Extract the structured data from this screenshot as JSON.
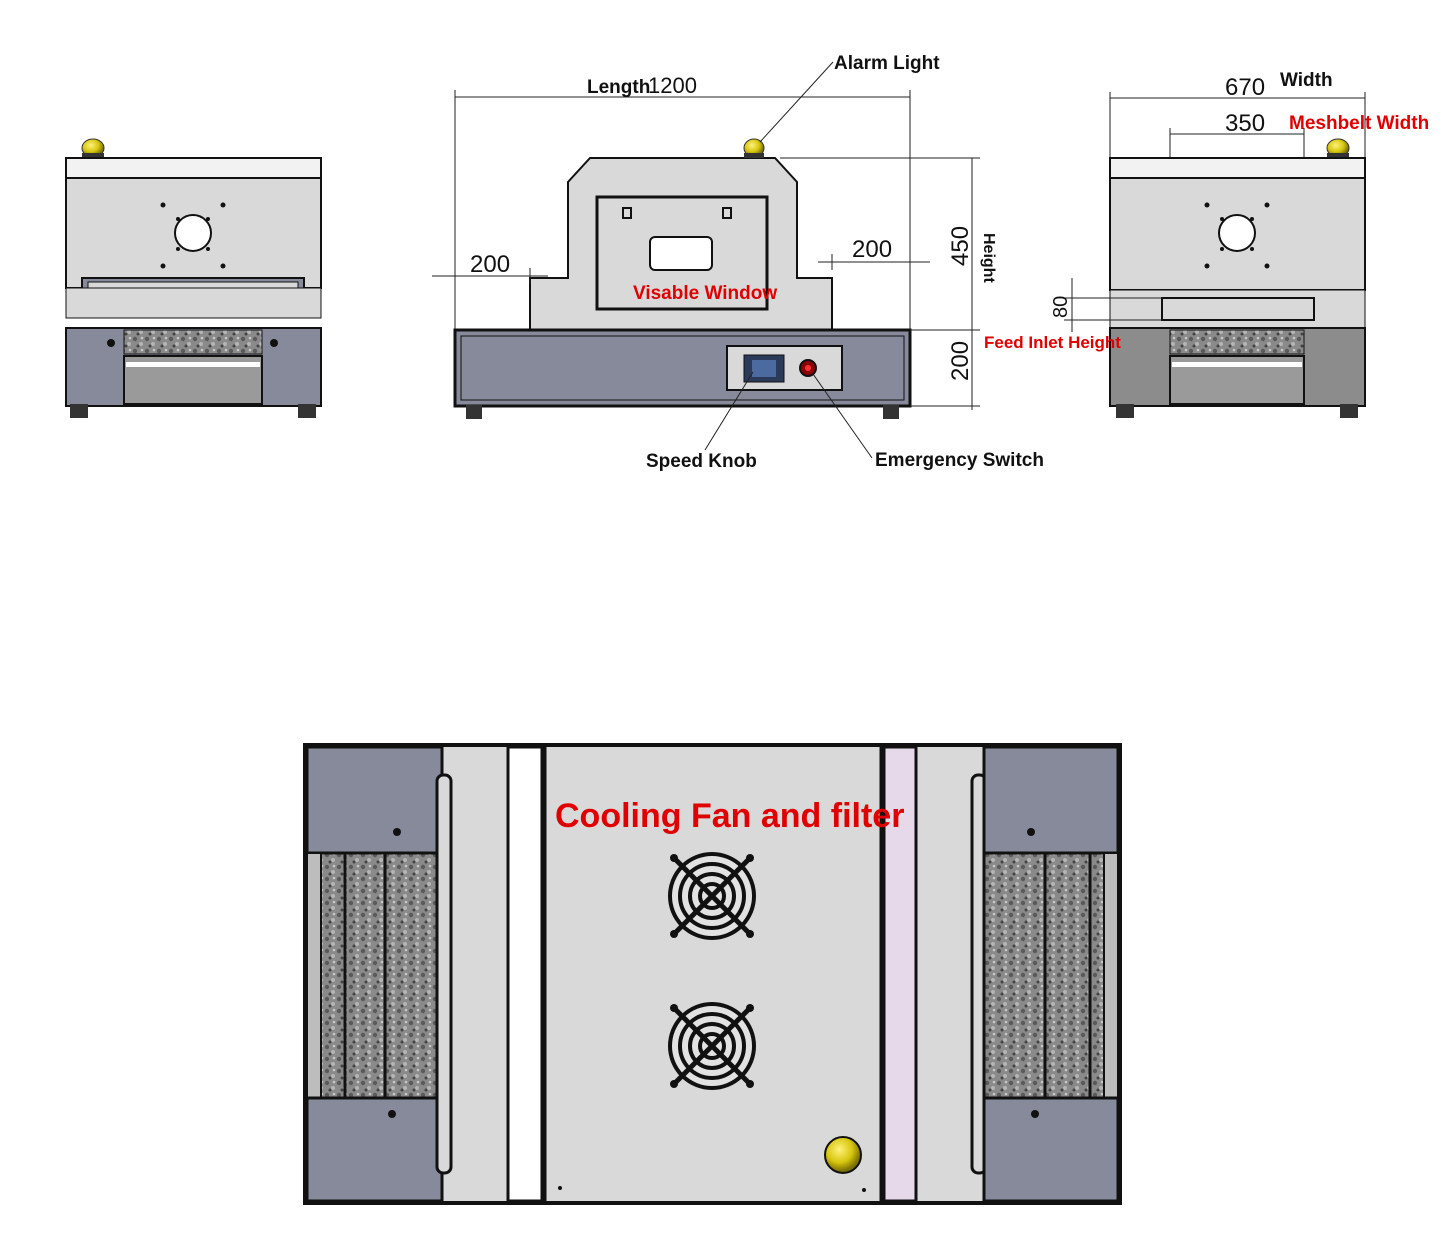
{
  "labels": {
    "alarm_light": "Alarm Light",
    "length": "Length",
    "length_value": "1200",
    "dim_200_left": "200",
    "dim_200_right": "200",
    "dim_450": "450",
    "height": "Height",
    "dim_200_vertical": "200",
    "visable_window": "Visable Window",
    "speed_knob": "Speed Knob",
    "emergency_switch": "Emergency  Switch",
    "width_value": "670",
    "width": "Width",
    "meshbelt_value": "350",
    "meshbelt_width": "Meshbelt Width",
    "dim_80": "80",
    "feed_inlet_height": "Feed Inlet Height",
    "cooling_fan": "Cooling Fan and filter"
  },
  "colors": {
    "panel_grey": "#d9d9d9",
    "base_blue_grey": "#878a9a",
    "alarm_yellow": "#e8d81c",
    "label_red": "#e00000",
    "lavender_strip": "#e6d9ea"
  }
}
